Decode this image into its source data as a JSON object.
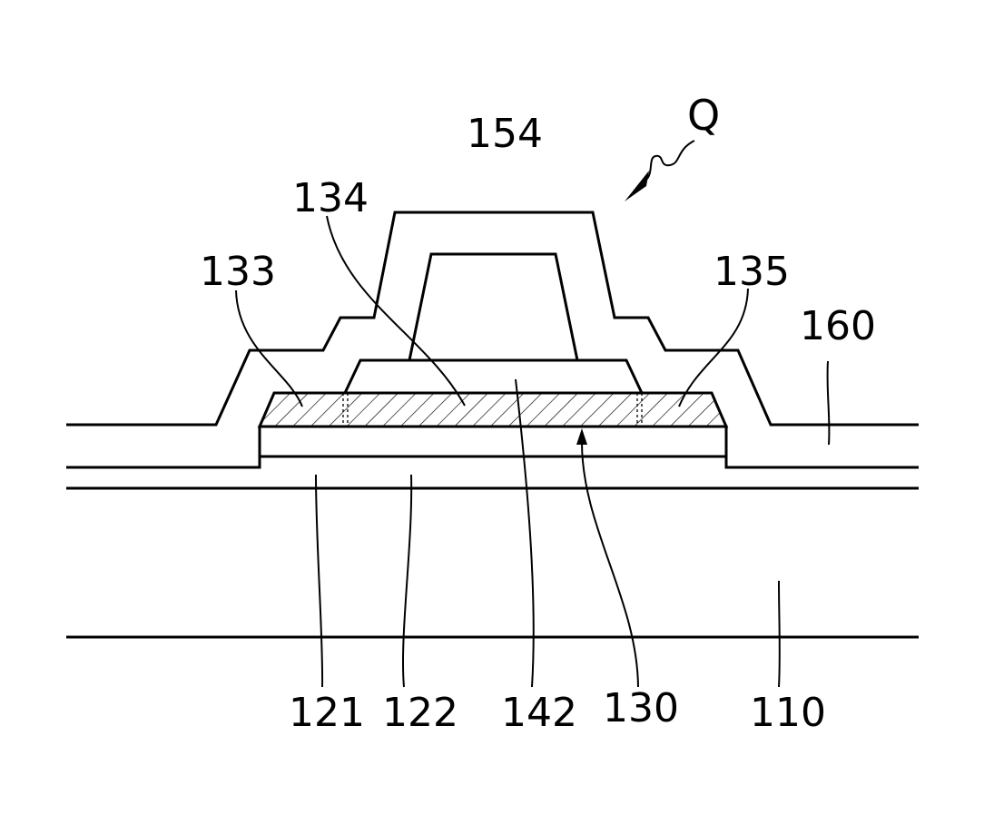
{
  "figure": {
    "q_label": "Q",
    "labels": {
      "l154": "154",
      "l134": "134",
      "l133": "133",
      "l135": "135",
      "l160": "160",
      "l121": "121",
      "l122": "122",
      "l142": "142",
      "l130": "130",
      "l110": "110"
    }
  }
}
